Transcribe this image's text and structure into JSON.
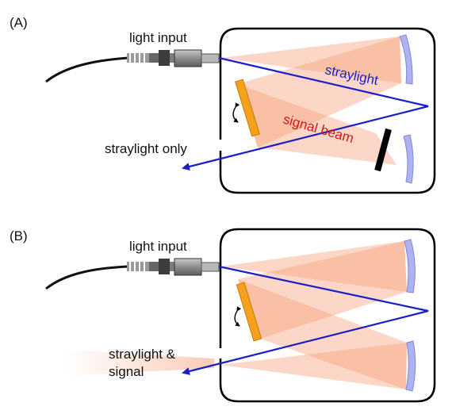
{
  "panels": [
    {
      "id": "A",
      "label": "(A)",
      "input_label": "light input",
      "output_label": "straylight only",
      "beam_labels": {
        "straylight": "straylight",
        "signal": "signal beam"
      }
    },
    {
      "id": "B",
      "label": "(B)",
      "input_label": "light input",
      "output_label_line1": "straylight &",
      "output_label_line2": "signal"
    }
  ],
  "colors": {
    "beam_fill": "#f7a07a",
    "straylight": "#1a1fc8",
    "signal_text": "#d01818",
    "grating": "#f5a11c",
    "mirror": "#aeb2f0",
    "beam_block": "#000000",
    "enclosure": "#000000",
    "fiber": "#111111"
  }
}
